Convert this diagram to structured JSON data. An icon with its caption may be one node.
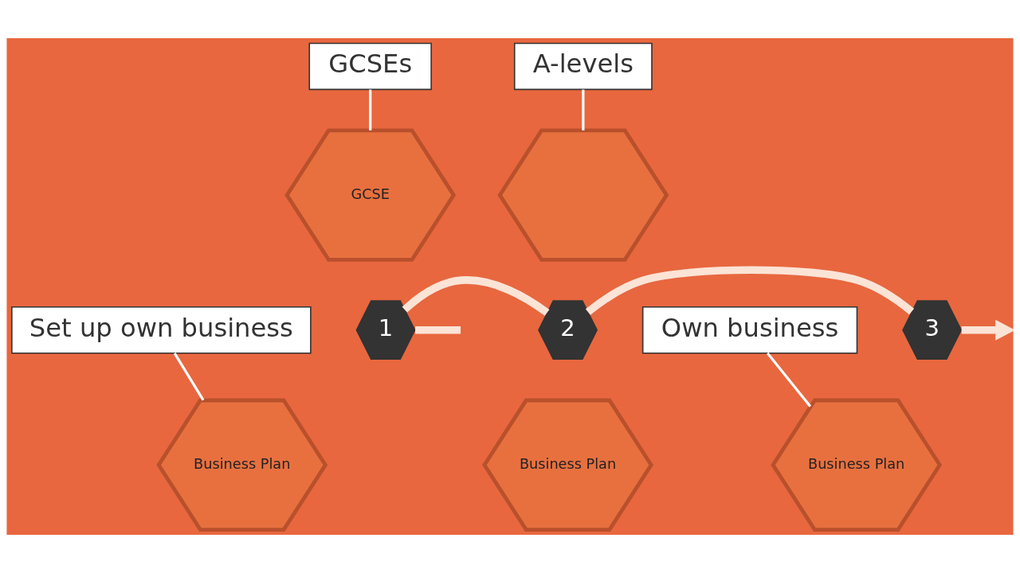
{
  "diagram": {
    "nodes": [
      {
        "text": [
          "GCSEs"
        ]
      },
      {
        "text": [
          "A-levels"
        ]
      },
      {
        "text": [
          "GCSE"
        ]
      },
      {
        "text": [],
        "shape": "hexagon"
      },
      {
        "text": [
          "1"
        ]
      },
      {
        "text": [
          "Business Plan"
        ]
      },
      {
        "text": [
          "2"
        ]
      },
      {
        "text": [
          "Business Plan"
        ]
      },
      {
        "text": [
          "3"
        ]
      },
      {
        "text": [
          "Business Plan"
        ]
      },
      {
        "text": [
          "Set up own business"
        ]
      },
      {
        "text": [
          "Own business"
        ]
      }
    ],
    "edges": [
      {
        "from": 0,
        "to": 2,
        "arrow": "none"
      },
      {
        "from": 1,
        "to": 3,
        "arrow": "none"
      },
      {
        "from": null,
        "to": 4,
        "arrow": "none",
        "style": "thick"
      },
      {
        "from": 4,
        "to": 6,
        "arrow": "none",
        "style": "thick"
      },
      {
        "from": 6,
        "to": 8,
        "arrow": "none",
        "style": "thick"
      },
      {
        "from": 8,
        "to": null,
        "arrow": "to",
        "style": "thick"
      },
      {
        "from": 10,
        "to": 5,
        "arrow": "none"
      },
      {
        "from": 11,
        "to": 9,
        "arrow": "none"
      }
    ]
  }
}
